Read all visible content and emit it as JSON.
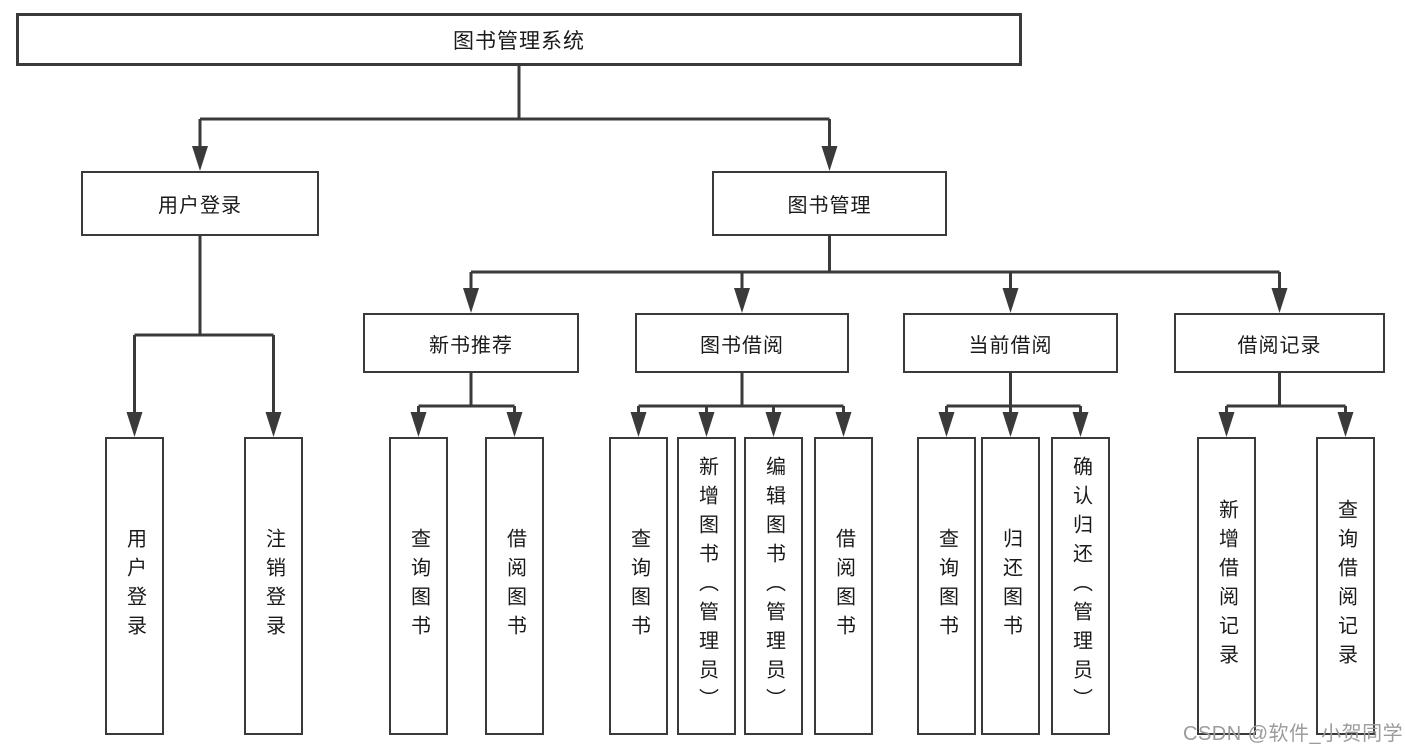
{
  "diagram": {
    "root": {
      "label": "图书管理系统"
    },
    "branches": [
      {
        "label": "用户登录",
        "leaves": [
          {
            "label": "用户登录"
          },
          {
            "label": "注销登录"
          }
        ]
      },
      {
        "label": "图书管理",
        "groups": [
          {
            "label": "新书推荐",
            "leaves": [
              {
                "label": "查询图书"
              },
              {
                "label": "借阅图书"
              }
            ]
          },
          {
            "label": "图书借阅",
            "leaves": [
              {
                "label": "查询图书"
              },
              {
                "label": "新增图书（管理员）"
              },
              {
                "label": "编辑图书（管理员）"
              },
              {
                "label": "借阅图书"
              }
            ]
          },
          {
            "label": "当前借阅",
            "leaves": [
              {
                "label": "查询图书"
              },
              {
                "label": "归还图书"
              },
              {
                "label": "确认归还（管理员）"
              }
            ]
          },
          {
            "label": "借阅记录",
            "leaves": [
              {
                "label": "新增借阅记录"
              },
              {
                "label": "查询借阅记录"
              }
            ]
          }
        ]
      }
    ]
  },
  "watermark": {
    "text": "CSDN @软件_小贺同学"
  },
  "colors": {
    "line": "#3a3a3a",
    "text": "#1a1a1a",
    "watermark": "#9c9c9c",
    "background": "#ffffff"
  }
}
